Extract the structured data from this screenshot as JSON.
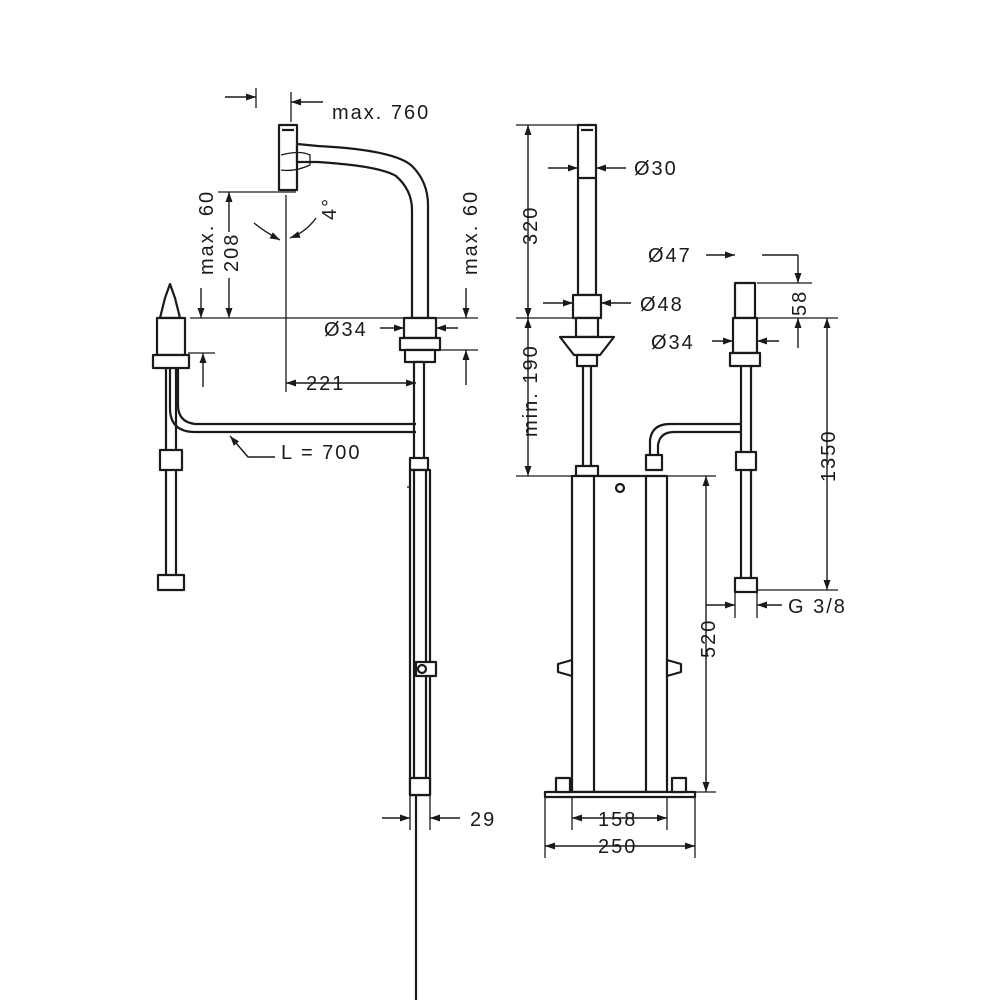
{
  "dimensions": {
    "max_760": "max. 760",
    "max_60_left": "max. 60",
    "dim_208": "208",
    "angle_4": "4°",
    "max_60_right": "max. 60",
    "dia_34_left": "Ø34",
    "dim_221": "221",
    "l_700": "L = 700",
    "dim_29": "29",
    "dim_320": "320",
    "dia_30": "Ø30",
    "dia_47": "Ø47",
    "dim_58": "58",
    "dia_48": "Ø48",
    "dia_34_right": "Ø34",
    "min_190": "min. 190",
    "dim_1350": "1350",
    "g_3_8": "G 3/8",
    "dim_520": "520",
    "dim_158": "158",
    "dim_250": "250"
  },
  "colors": {
    "ink": "#1a1a1a",
    "paper": "#ffffff"
  }
}
